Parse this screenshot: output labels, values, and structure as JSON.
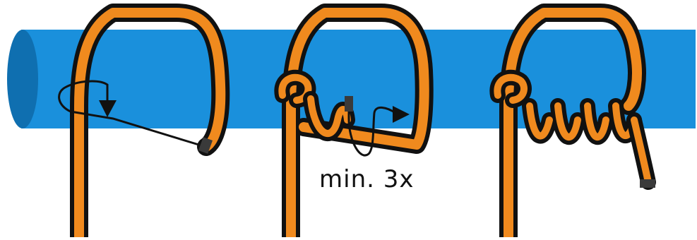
{
  "diagram": {
    "annotation": "min. 3x",
    "colors": {
      "pole": "#1a90dc",
      "pole_end": "#0f6fb0",
      "rope": "#f08a1e",
      "rope_outline": "#111111",
      "rope_tip": "#3a3a3a"
    },
    "steps": [
      {
        "name": "step-1"
      },
      {
        "name": "step-2"
      },
      {
        "name": "step-3"
      }
    ]
  }
}
